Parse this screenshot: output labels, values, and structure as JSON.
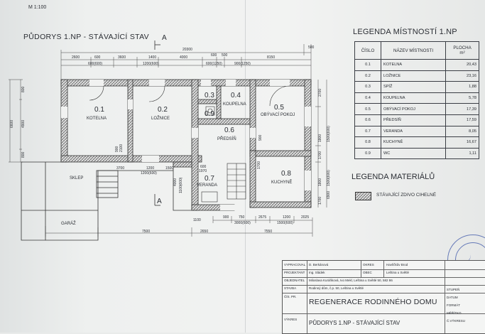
{
  "scale": "M 1:100",
  "plan_title": "PŮDORYS 1.NP - STÁVAJÍCÍ STAV",
  "section_mark": "A",
  "room_legend": {
    "title": "LEGENDA MÍSTNOSTÍ 1.NP",
    "columns": [
      "ČÍSLO",
      "NÁZEV MÍSTNOSTI",
      "PLOCHA"
    ],
    "area_unit": "m²",
    "rows": [
      [
        "0.1",
        "KOTELNA",
        "20,43"
      ],
      [
        "0.2",
        "LOŽNICE",
        "23,16"
      ],
      [
        "0.3",
        "SPÍŽ",
        "1,88"
      ],
      [
        "0.4",
        "KOUPELNA",
        "5,78"
      ],
      [
        "0.5",
        "OBÝVACÍ POKOJ",
        "17,39"
      ],
      [
        "0.6",
        "PŘEDSÍŇ",
        "17,59"
      ],
      [
        "0.7",
        "VERANDA",
        "8,05"
      ],
      [
        "0.8",
        "KUCHYNĚ",
        "16,67"
      ],
      [
        "0.9",
        "WC",
        "1,11"
      ]
    ]
  },
  "material_legend": {
    "title": "LEGENDA MATERIÁLŮ",
    "items": [
      "STÁVAJÍCÍ ZDIVO CIHELNÉ"
    ]
  },
  "plan": {
    "rooms": [
      {
        "num": "0.1",
        "name": "KOTELNA"
      },
      {
        "num": "0.2",
        "name": "LOŽNICE"
      },
      {
        "num": "0.3",
        "name": ""
      },
      {
        "num": "0.4",
        "name": "KOUPELNA"
      },
      {
        "num": "0.5",
        "name": "OBÝVACÍ POKOJ"
      },
      {
        "num": "0.9",
        "name": ""
      },
      {
        "num": "0.6",
        "name": "PŘEDSÍŇ"
      },
      {
        "num": "0.7",
        "name": "VERANDA"
      },
      {
        "num": "0.8",
        "name": "KUCHYNĚ"
      }
    ],
    "annex": {
      "sklep": "SKLEP",
      "garaz": "GARÁŽ"
    },
    "dims": {
      "total": "20300",
      "d500": "500",
      "d2600": "2600",
      "d600": "600",
      "d3600": "3600",
      "d1400": "1400",
      "d4000": "4000",
      "d600b": "600",
      "d500b": "500",
      "d8150": "8150",
      "w1": "600(600)",
      "w2": "1200(600)",
      "w3": "600(1250)",
      "w4": "900(1250)",
      "d7500": "7500",
      "d2650": "2650",
      "d7550": "7550",
      "d900": "900",
      "d750": "750",
      "d2675": "2675",
      "d1200": "1200",
      "d2025": "2025",
      "w5": "3000(600)",
      "w6": "1500(600)",
      "d3700": "3700",
      "d1200b": "1200",
      "w7": "1200(600)",
      "d1500": "1500",
      "d600c": "600",
      "d1970": "1970",
      "d1100": "1100",
      "d6600": "6600",
      "d4900": "4900",
      "d800": "800",
      "d800b": "800",
      "d2700": "2700",
      "d6900": "6900",
      "d1800": "1800",
      "w8": "1500(600)",
      "d1700": "1700",
      "d1800b": "1800",
      "w9": "1500(600)",
      "d1700b": "1700",
      "d4000v": "4000",
      "w10": "1100(600)",
      "d900v": "900",
      "d2100v": "2100",
      "d1700v": "1700",
      "d900v2": "900"
    }
  },
  "title_block": {
    "labels": {
      "vypracoval": "VYPRACOVAL",
      "projektant": "PROJEKTANT",
      "objednatel": "OBJEDNATEL",
      "stavba": "STAVBA",
      "cis_pr": "ČÍS. PR.",
      "vykres": "VÝKRES",
      "okres": "OKRES",
      "obec": "OBEC",
      "stupen": "STUPEŇ",
      "datum": "DATUM",
      "format": "FORMÁT",
      "meritko": "MĚŘÍTKO",
      "cis_vykresu": "Č.VÝKRESU"
    },
    "vypracoval": "D. Berkánová",
    "projektant": "Ing. Sládek",
    "okres": "Havlíčkův Brod",
    "obec": "Leština u Světlé",
    "objednatel": "Miloslava Kuráňková, Ivo Mekl, Leština u Světlé 50, 582 86",
    "stavba": "Rodinný dům, č.p. 50, Leština u Světlé",
    "project": "REGENERACE RODINNÉHO DOMU",
    "drawing": "PŮDORYS 1.NP - STÁVAJÍCÍ STAV"
  }
}
